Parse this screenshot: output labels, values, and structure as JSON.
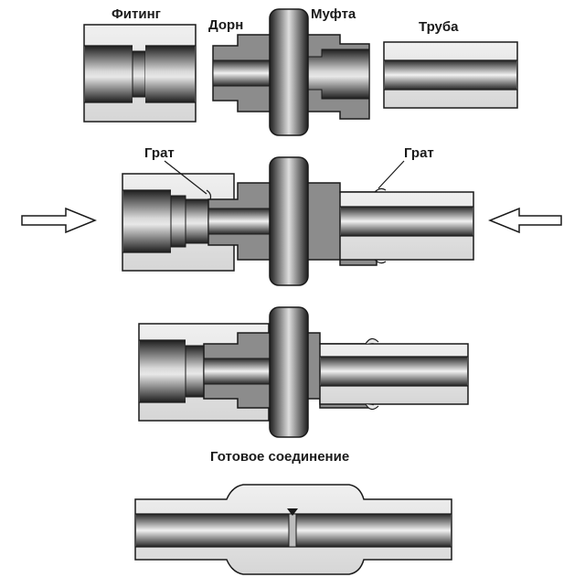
{
  "labels": {
    "fitting": "Фитинг",
    "dorn": "Дорн",
    "mufta": "Муфта",
    "truba": "Труба",
    "grat_left": "Грат",
    "grat_right": "Грат",
    "finished": "Готовое соединение"
  },
  "colors": {
    "outline": "#1a1a1a",
    "light_body": "#e6e6e6",
    "mid_body": "#8c8c8c",
    "dark_bore": "#333333",
    "arrow_fill": "#ffffff"
  }
}
